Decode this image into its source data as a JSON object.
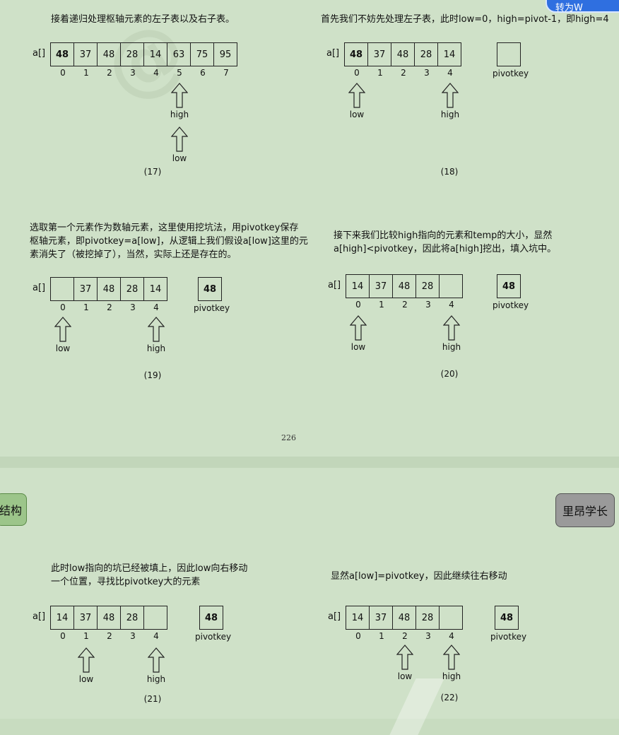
{
  "page_number": "226",
  "corner_badge": "转为W",
  "tags": {
    "left": "结构",
    "right": "里昂学长"
  },
  "pivot_label": "pivotkey",
  "array_name": "a[]",
  "panels": [
    {
      "caption": "(17)",
      "text": "接着递归处理枢轴元素的左子表以及右子表。",
      "cells": [
        "48",
        "37",
        "48",
        "28",
        "14",
        "63",
        "75",
        "95"
      ],
      "bold_first": true,
      "indices": [
        "0",
        "1",
        "2",
        "3",
        "4",
        "5",
        "6",
        "7"
      ],
      "pivot": null,
      "pointers": [
        {
          "label": "high",
          "index": 5,
          "row": 0
        },
        {
          "label": "low",
          "index": 5,
          "row": 1
        }
      ]
    },
    {
      "caption": "(18)",
      "text": "首先我们不妨先处理左子表，此时low=0，high=pivot-1，即high=4",
      "cells": [
        "48",
        "37",
        "48",
        "28",
        "14"
      ],
      "bold_first": true,
      "indices": [
        "0",
        "1",
        "2",
        "3",
        "4"
      ],
      "pivot": "",
      "pointers": [
        {
          "label": "low",
          "index": 0,
          "row": 0
        },
        {
          "label": "high",
          "index": 4,
          "row": 0
        }
      ]
    },
    {
      "caption": "(19)",
      "text": "选取第一个元素作为数轴元素，这里使用挖坑法，用pivotkey保存\n枢轴元素，即pivotkey=a[low]，从逻辑上我们假设a[low]这里的元\n素消失了（被挖掉了），当然，实际上还是存在的。",
      "cells": [
        "",
        "37",
        "48",
        "28",
        "14"
      ],
      "bold_first": false,
      "indices": [
        "0",
        "1",
        "2",
        "3",
        "4"
      ],
      "pivot": "48",
      "pointers": [
        {
          "label": "low",
          "index": 0,
          "row": 0
        },
        {
          "label": "high",
          "index": 4,
          "row": 0
        }
      ]
    },
    {
      "caption": "(20)",
      "text": "接下来我们比较high指向的元素和temp的大小，显然\na[high]<pivotkey，因此将a[high]挖出，填入坑中。",
      "cells": [
        "14",
        "37",
        "48",
        "28",
        ""
      ],
      "bold_first": false,
      "indices": [
        "0",
        "1",
        "2",
        "3",
        "4"
      ],
      "pivot": "48",
      "pointers": [
        {
          "label": "low",
          "index": 0,
          "row": 0
        },
        {
          "label": "high",
          "index": 4,
          "row": 0
        }
      ]
    },
    {
      "caption": "(21)",
      "text": "此时low指向的坑已经被填上，因此low向右移动\n一个位置，寻找比pivotkey大的元素",
      "cells": [
        "14",
        "37",
        "48",
        "28",
        ""
      ],
      "bold_first": false,
      "indices": [
        "0",
        "1",
        "2",
        "3",
        "4"
      ],
      "pivot": "48",
      "pointers": [
        {
          "label": "low",
          "index": 1,
          "row": 0
        },
        {
          "label": "high",
          "index": 4,
          "row": 0
        }
      ]
    },
    {
      "caption": "(22)",
      "text": "显然a[low]=pivotkey，因此继续往右移动",
      "cells": [
        "14",
        "37",
        "48",
        "28",
        ""
      ],
      "bold_first": false,
      "indices": [
        "0",
        "1",
        "2",
        "3",
        "4"
      ],
      "pivot": "48",
      "pointers": [
        {
          "label": "low",
          "index": 2,
          "row": 0
        },
        {
          "label": "high",
          "index": 4,
          "row": 0
        }
      ]
    }
  ]
}
